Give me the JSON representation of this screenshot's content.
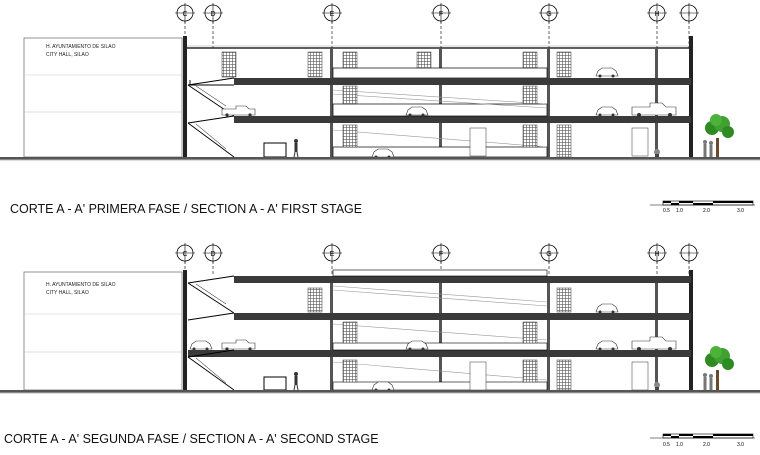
{
  "sections": [
    {
      "id": "first",
      "title": "CORTE A - A'  PRIMERA FASE / SECTION A - A' FIRST STAGE",
      "building_name_es": "H. AYUNTAMIENTO DE SILAO",
      "building_name_en": "CITY HALL, SILAO"
    },
    {
      "id": "second",
      "title": "CORTE A - A'  SEGUNDA  FASE / SECTION A - A' SECOND STAGE",
      "building_name_es": "H. AYUNTAMIENTO DE SILAO",
      "building_name_en": "CITY HALL, SILAO"
    }
  ],
  "grid_axes": [
    "C",
    "D",
    "E",
    "F",
    "G",
    "H",
    "I"
  ],
  "scale_bar": {
    "labels": [
      "0.5",
      "1.0",
      "2.0",
      "3.0"
    ]
  },
  "colors": {
    "line": "#000000",
    "slab": "#3a3a3a",
    "tree": "#2e8b22",
    "ground": "#555555"
  }
}
